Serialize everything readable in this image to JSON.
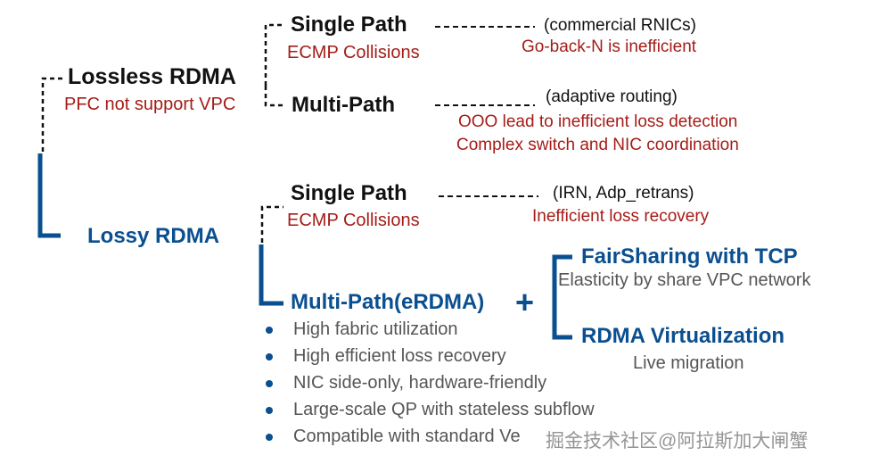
{
  "lossless": {
    "title": "Lossless RDMA",
    "issue": "PFC not support VPC",
    "single_path": {
      "title": "Single Path",
      "issue": "ECMP Collisions",
      "note": "(commercial RNICs)",
      "problem": "Go-back-N is inefficient"
    },
    "multi_path": {
      "title": "Multi-Path",
      "note": "(adaptive routing)",
      "problems": [
        "OOO lead to inefficient loss detection",
        "Complex switch and NIC coordination"
      ]
    }
  },
  "lossy": {
    "title": "Lossy RDMA",
    "single_path": {
      "title": "Single Path",
      "issue": "ECMP Collisions",
      "note": "(IRN, Adp_retrans)",
      "problem": "Inefficient loss recovery"
    },
    "multi_path": {
      "title": "Multi-Path(eRDMA)",
      "plus": "+",
      "benefits": [
        "High fabric utilization",
        "High efficient loss recovery",
        "NIC side-only, hardware-friendly",
        "Large-scale QP with stateless subflow",
        "Compatible with standard Ve"
      ],
      "extras": [
        {
          "title": "FairSharing with TCP",
          "desc": "Elasticity by share VPC network"
        },
        {
          "title": "RDMA Virtualization",
          "desc": "Live migration"
        }
      ]
    }
  },
  "watermark": "掘金技术社区@阿拉斯加大闸蟹",
  "colors": {
    "blue": "#0a4f8f",
    "red": "#a51c17",
    "gray": "#555555"
  }
}
